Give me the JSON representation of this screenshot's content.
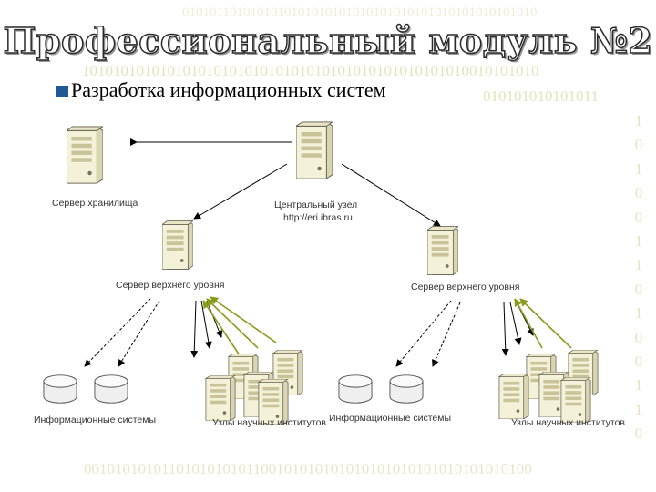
{
  "title": "Профессиональный модуль №2",
  "bullet_text": "Разработка информационных систем",
  "background_binary": {
    "top_1": "0101011010101010101010101010101010101010101010101010",
    "top_2": "10101010101010101010101010101010101010101010101010010101010",
    "top_3": "010101010101011",
    "column": [
      "1",
      "0",
      "1",
      "0",
      "0",
      "1",
      "1",
      "0",
      "1",
      "0",
      "0",
      "1",
      "1",
      "0"
    ],
    "bottom": "0010101010110101010101100101010101010101010101010101010100"
  },
  "diagram": {
    "labels": {
      "archive_server": "Сервер хранилища",
      "central_node": "Центральный узел",
      "central_url": "http://eri.ibras.ru",
      "upper_server_left": "Сервер верхнего уровня",
      "upper_server_right": "Сервер верхнего уровня",
      "info_systems_left": "Информационные системы",
      "institutes_left": "Узлы научных институтов",
      "info_systems_right": "Информационные системы",
      "institutes_right": "Узлы научных институтов"
    }
  },
  "colors": {
    "arrow_green": "#8a9a1a",
    "arrow_black": "#000000",
    "server_body": "#f4f1d9",
    "server_side": "#d9d4b2",
    "bullet_mark": "#1f5a96"
  }
}
